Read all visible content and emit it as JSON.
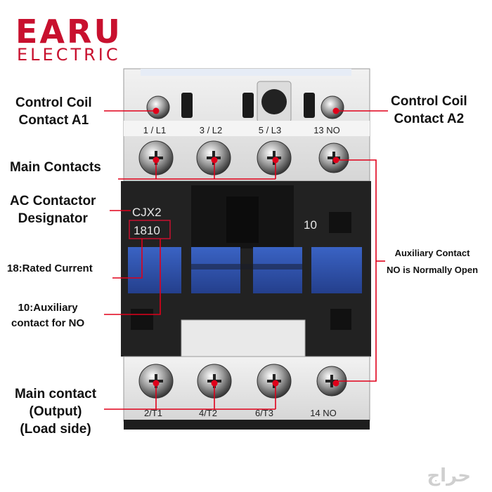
{
  "brand": {
    "name": "EARU",
    "sub": "ELECTRIC",
    "color": "#c8102e"
  },
  "device": {
    "model_line1": "CJX2",
    "model_line2": "1810",
    "aux_code": "10",
    "top_terminals": [
      "1 / L1",
      "3 / L2",
      "5 / L3",
      "13 NO"
    ],
    "bottom_terminals": [
      "2/T1",
      "4/T2",
      "6/T3",
      "14 NO"
    ],
    "body_color": "#222222",
    "button_color": "#2f55b0",
    "housing_color": "#e8e8e8"
  },
  "callouts": {
    "coil_a1": [
      "Control Coil",
      "Contact A1"
    ],
    "coil_a2": [
      "Control Coil",
      "Contact A2"
    ],
    "main_contacts": "Main Contacts",
    "designator": [
      "AC Contactor",
      "Designator"
    ],
    "rated_current": "18:Rated Current",
    "aux_for_no": [
      "10:Auxiliary",
      "contact for NO"
    ],
    "auxiliary_right": [
      "Auxiliary Contact",
      "NO is Normally Open"
    ],
    "main_output": [
      "Main contact",
      "(Output)",
      "(Load side)"
    ]
  },
  "leader_color": "#e0001a",
  "watermark": "حراج"
}
